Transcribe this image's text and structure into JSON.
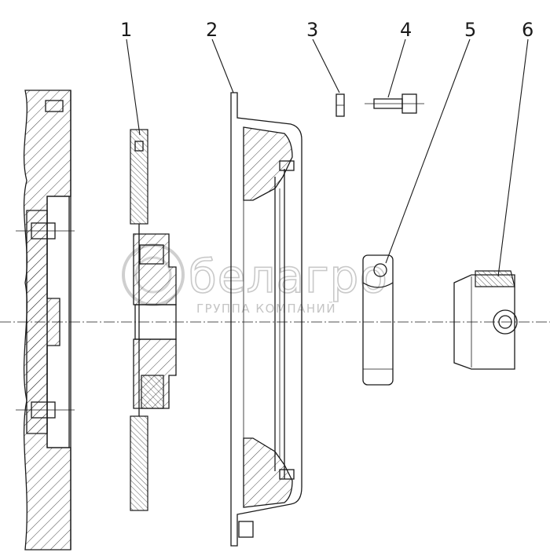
{
  "callouts": [
    "1",
    "2",
    "3",
    "4",
    "5",
    "6"
  ],
  "watermark": {
    "main": "белагро",
    "sub": "ГРУППА КОМПАНИЙ"
  }
}
